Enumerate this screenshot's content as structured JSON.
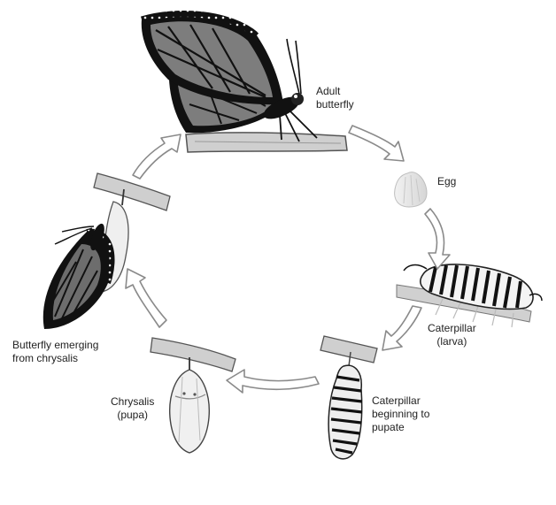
{
  "stages": {
    "adult": {
      "line1": "Adult",
      "line2": "butterfly",
      "icon": "adult-butterfly-icon"
    },
    "egg": {
      "line1": "Egg",
      "icon": "egg-icon"
    },
    "caterpillar": {
      "line1": "Caterpillar",
      "line2": "(larva)",
      "icon": "caterpillar-icon"
    },
    "pupate": {
      "line1": "Caterpillar",
      "line2": "beginning to",
      "line3": "pupate",
      "icon": "pupating-caterpillar-icon"
    },
    "chrysalis": {
      "line1": "Chrysalis",
      "line2": "(pupa)",
      "icon": "chrysalis-icon"
    },
    "emerging": {
      "line1": "Butterfly emerging",
      "line2": "from chrysalis",
      "icon": "emerging-butterfly-icon"
    }
  },
  "colors": {
    "arrow_fill": "#ffffff",
    "arrow_stroke": "#8a8a8a",
    "wing": "#7d7d7d",
    "vein": "#111111",
    "branch": "#c9c9c9"
  }
}
